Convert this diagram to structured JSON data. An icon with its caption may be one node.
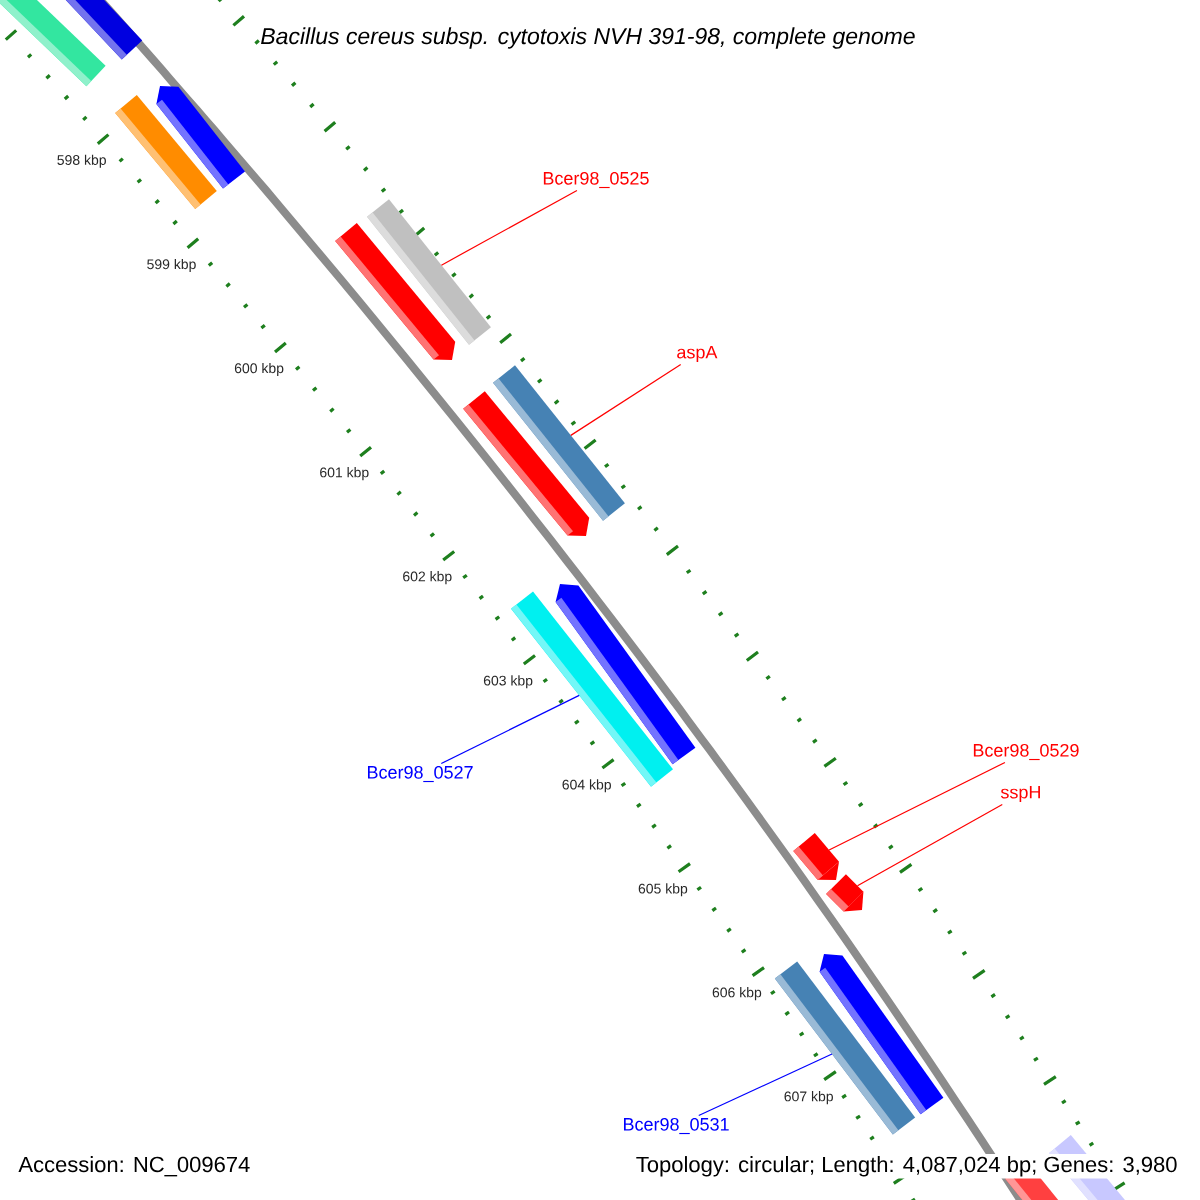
{
  "diagram": {
    "title": "Bacillus cereus subsp. cytotoxis NVH 391-98, complete genome",
    "nodes": [
      {
        "text": [
          "Bcer98_0525"
        ]
      },
      {
        "text": [],
        "shape": "bar"
      },
      {
        "text": [
          "aspA"
        ]
      },
      {
        "text": [],
        "shape": "bar"
      },
      {
        "text": [
          "Bcer98_0527"
        ]
      },
      {
        "text": [],
        "shape": "bar"
      },
      {
        "text": [
          "Bcer98_0529"
        ]
      },
      {
        "text": [],
        "shape": "arrow"
      },
      {
        "text": [
          "sspH"
        ]
      },
      {
        "text": [],
        "shape": "arrow"
      },
      {
        "text": [
          "Bcer98_0531"
        ]
      },
      {
        "text": [],
        "shape": "bar"
      }
    ],
    "edges": [
      {
        "from": 0,
        "to": 1,
        "arrow": "none"
      },
      {
        "from": 2,
        "to": 3,
        "arrow": "none"
      },
      {
        "from": 4,
        "to": 5,
        "arrow": "none",
        "color": "#0000ff"
      },
      {
        "from": 6,
        "to": 7,
        "arrow": "none"
      },
      {
        "from": 8,
        "to": 9,
        "arrow": "none"
      },
      {
        "from": 10,
        "to": 11,
        "arrow": "none",
        "color": "#0000ff"
      }
    ],
    "labels": [
      "598 kbp",
      "599 kbp",
      "600 kbp",
      "601 kbp",
      "602 kbp",
      "603 kbp",
      "604 kbp",
      "605 kbp",
      "606 kbp",
      "607 kbp",
      "Accession: NC_009674",
      "Topology: circular; Length: 4,087,024 bp; Genes: 3,980"
    ]
  }
}
